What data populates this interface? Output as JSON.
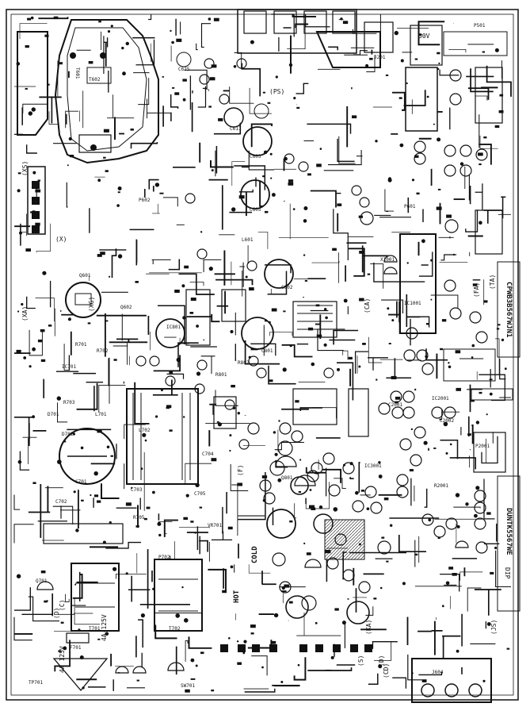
{
  "board": {
    "model_code_1": "CPWB3B567WJN1",
    "model_code_2": "DUNTK5567WE",
    "fuse_rating_1": "4A-125V",
    "fuse_rating_2": "4A 125V",
    "label_hot": "HOT",
    "label_cold": "COLD",
    "label_dip": "DIP",
    "label_xs": "(XS)",
    "label_xa": "(XA)",
    "label_xg": "(XG)",
    "label_x": "(X)",
    "label_ka": "(KA)",
    "label_ca": "(CA)",
    "label_cd": "(CD)",
    "label_s": "(S)",
    "label_d": "(D)",
    "label_c": "(C)",
    "label_f": "(F)",
    "label_fa": "(FA)",
    "label_ta": "(TA)",
    "label_js": "(JS)",
    "label_ps": "(PS)",
    "label_d2": "(D)",
    "label_30v": "30V"
  },
  "components": {
    "t701": "T701",
    "t702": "T702",
    "t601": "T601",
    "t602": "T602",
    "ic701": "IC701",
    "ic801": "IC801",
    "ic1001": "IC1001",
    "ic2001": "IC2001",
    "ic3001": "IC3001",
    "q601": "Q601",
    "q602": "Q602",
    "q801": "Q801",
    "q701": "Q701",
    "d701": "D701",
    "d702": "D702",
    "c701": "C701",
    "c702": "C702",
    "c703": "C703",
    "c704": "C704",
    "c705": "C705",
    "c801": "C801",
    "c802": "C802",
    "c603": "C603",
    "c605": "C605",
    "c611": "C611",
    "c625": "C625",
    "c2001": "C2001",
    "c2002": "C2002",
    "r701": "R701",
    "r702": "R702",
    "r703": "R703",
    "r705": "R705",
    "r801": "R801",
    "r802": "R802",
    "r2001": "R2001",
    "l701": "L701",
    "l702": "L702",
    "l601": "L601",
    "f701": "F701",
    "p501": "P501",
    "p601": "P601",
    "p602": "P602",
    "p702": "P702",
    "p2001": "P2001",
    "j201": "J201",
    "j604": "J604",
    "vr701": "VR701",
    "sw701": "SW701",
    "tp701": "TP701",
    "x1001": "X1001"
  },
  "colors": {
    "trace": "#111111",
    "copper": "#2b2b2b",
    "background": "#ffffff"
  }
}
